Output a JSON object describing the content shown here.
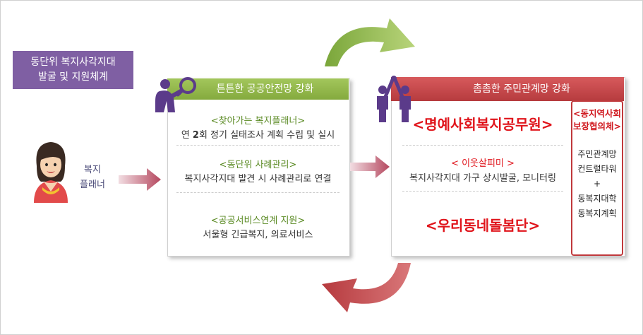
{
  "title": {
    "line1": "동단위 복지사각지대",
    "line2": "발굴 및 지원체계"
  },
  "planner": {
    "line1": "복지",
    "line2": "플래너"
  },
  "left_panel": {
    "header": "튼튼한 공공안전망 강화",
    "items": [
      {
        "title": "<찾아가는 복지플래너>",
        "pre": "연 ",
        "bold": "2",
        "post": "회 정기 실태조사 계획 수립 및 실시"
      },
      {
        "title": "<동단위 사례관리>",
        "text": "복지사각지대 발견 시 사례관리로 연결"
      },
      {
        "title": "<공공서비스연계 지원>",
        "text": "서울형 긴급복지, 의료서비스"
      }
    ]
  },
  "right_panel": {
    "header": "촘촘한 주민관계망 강화",
    "item1": "<명예사회복지공무원>",
    "item2_title": "< 이웃살피미 >",
    "item2_text": "복지사각지대 가구 상시발굴, 모니터링",
    "item3": "<우리동네돌봄단>"
  },
  "side_box": {
    "title1": "<동지역사회",
    "title2": "보장협의체>",
    "lines": [
      "주민관계망",
      "컨트럴타워",
      "+",
      "동복지대학",
      "동복지계획"
    ]
  },
  "colors": {
    "purple": "#7f5fa3",
    "green": "#8db24a",
    "red": "#c24143",
    "text_red": "#e0141b"
  },
  "icons": [
    "person-with-magnifier-icon",
    "high-five-people-icon",
    "woman-avatar-icon",
    "cycle-arrow-icon"
  ]
}
